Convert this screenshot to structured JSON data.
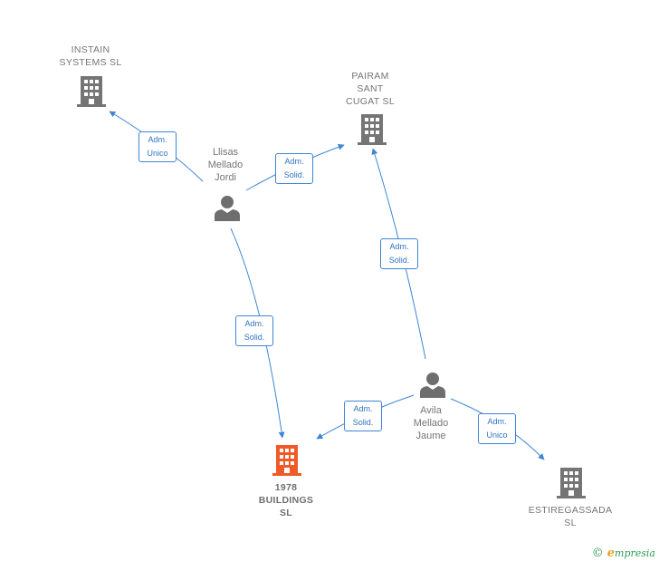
{
  "companies": {
    "instain": {
      "name": "INSTAIN\nSYSTEMS  SL"
    },
    "pairam": {
      "name": "PAIRAM\nSANT\nCUGAT  SL"
    },
    "buildings": {
      "name": "1978\nBUILDINGS\nSL"
    },
    "estiregassada": {
      "name": "ESTIREGASSADA\nSL"
    }
  },
  "persons": {
    "llisas": {
      "name": "Llisas\nMellado\nJordi"
    },
    "avila": {
      "name": "Avila\nMellado\nJaume"
    }
  },
  "relations": {
    "llisas_instain": "Adm.\nUnico",
    "llisas_pairam": "Adm.\nSolid.",
    "llisas_buildings": "Adm.\nSolid.",
    "avila_pairam": "Adm.\nSolid.",
    "avila_buildings": "Adm.\nSolid.",
    "avila_estiregassada": "Adm.\nUnico"
  },
  "colors": {
    "edge": "#3d86d4",
    "company_icon": "#757575",
    "focus_company_icon": "#f05a28",
    "person_icon": "#6e6e6e"
  },
  "watermark": {
    "copyright": "©",
    "brand_initial": "e",
    "brand_rest": "mpresia"
  }
}
